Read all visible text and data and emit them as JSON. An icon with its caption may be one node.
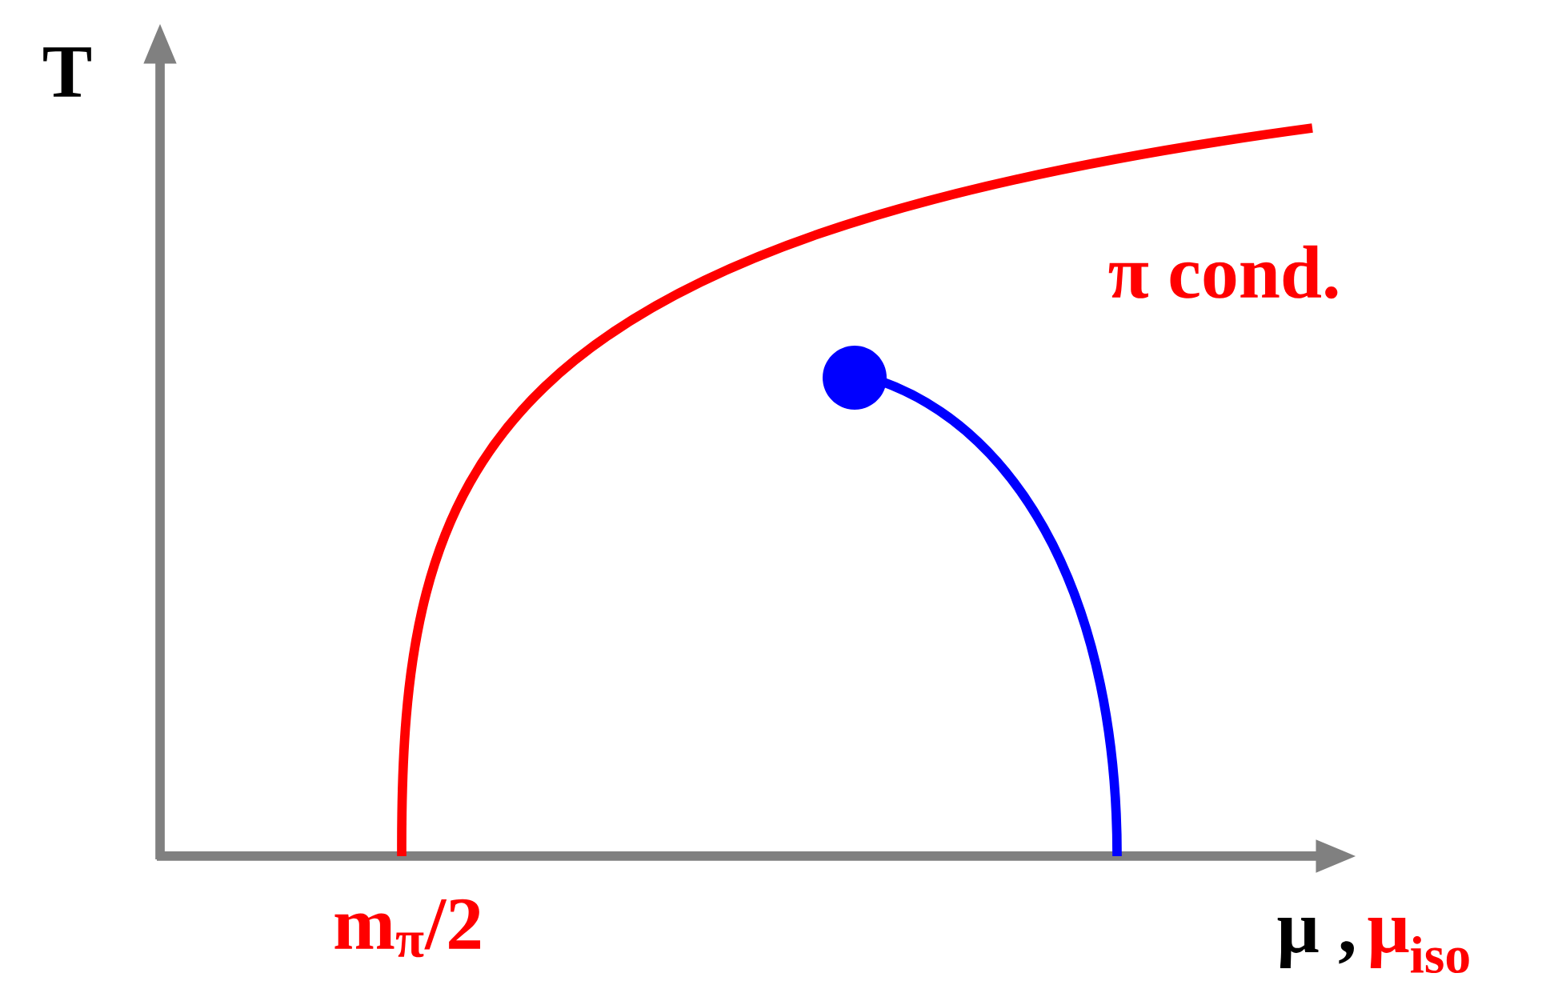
{
  "diagram": {
    "labels": [
      "T",
      "π cond.",
      "m$_{π}$/2",
      "μ ,",
      "μ$_{iso}$"
    ]
  }
}
